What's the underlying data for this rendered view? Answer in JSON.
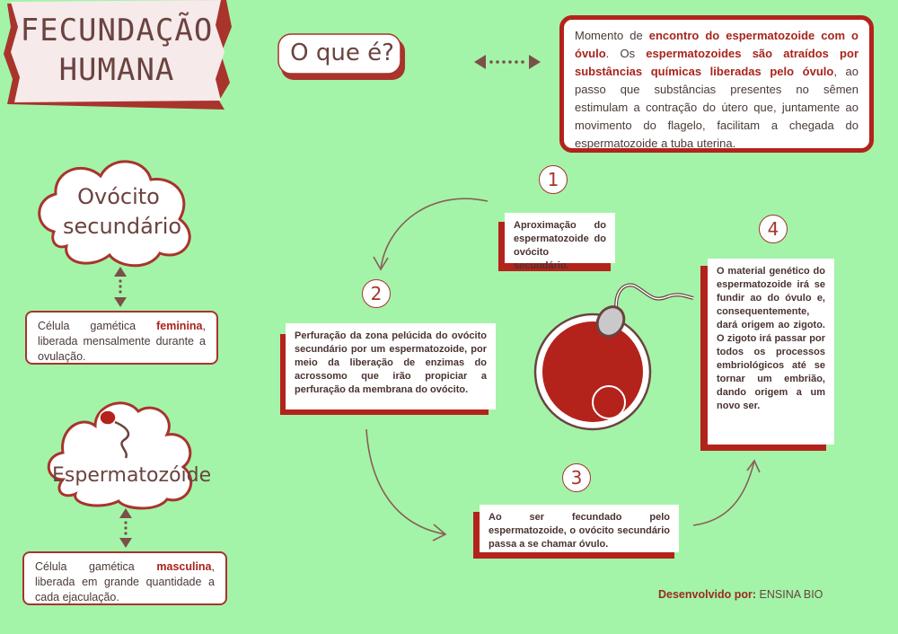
{
  "title": {
    "line1": "FECUNDAÇÃO",
    "line2": "HUMANA"
  },
  "question": "O que é?",
  "definition": {
    "p1": "Momento de ",
    "h1": "encontro do espermatozoide com o óvulo",
    "p2": ". Os ",
    "h2": "espermatozoides são atraídos por substâncias químicas liberadas pelo óvulo",
    "p3": ", ao passo que substâncias presentes no sêmen estimulam a contração do útero que, juntamente ao movimento do flagelo, facilitam a chegada do espermatozoide a tuba uterina."
  },
  "oocyte": {
    "cloud_line1": "Ovócito",
    "cloud_line2": "secundário",
    "desc_pre": "Célula gamética ",
    "desc_hl": "feminina",
    "desc_post": ", liberada mensalmente durante a ovulação."
  },
  "sperm": {
    "cloud": "Espermatozóide",
    "desc_pre": "Célula gamética ",
    "desc_hl": "masculina",
    "desc_post": ", liberada em grande quantidade a cada ejaculação."
  },
  "steps": [
    {
      "number": "1",
      "text": "Aproximação do espermatozoide do ovócito secundário."
    },
    {
      "number": "2",
      "text": "Perfuração da zona pelúcida do ovócito secundário por um espermatozoide, por meio da liberação de enzimas do acrossomo que irão propiciar a perfuração da membrana do ovócito."
    },
    {
      "number": "3",
      "text": "Ao ser fecundado pelo espermatozoide, o ovócito secundário passa a se chamar óvulo."
    },
    {
      "number": "4",
      "text": "O material genético do espermatozoide irá se fundir ao do óvulo e, consequentemente, dará origem ao zigoto. O zigoto irá passar por todos os processos embriológicos até se tornar um embrião, dando origem a um novo ser."
    }
  ],
  "credit": {
    "label": "Desenvolvido por:",
    "name": "ENSINA BIO"
  },
  "colors": {
    "background": "#a3f4a8",
    "accent": "#b3231b",
    "text": "#6b4340"
  }
}
